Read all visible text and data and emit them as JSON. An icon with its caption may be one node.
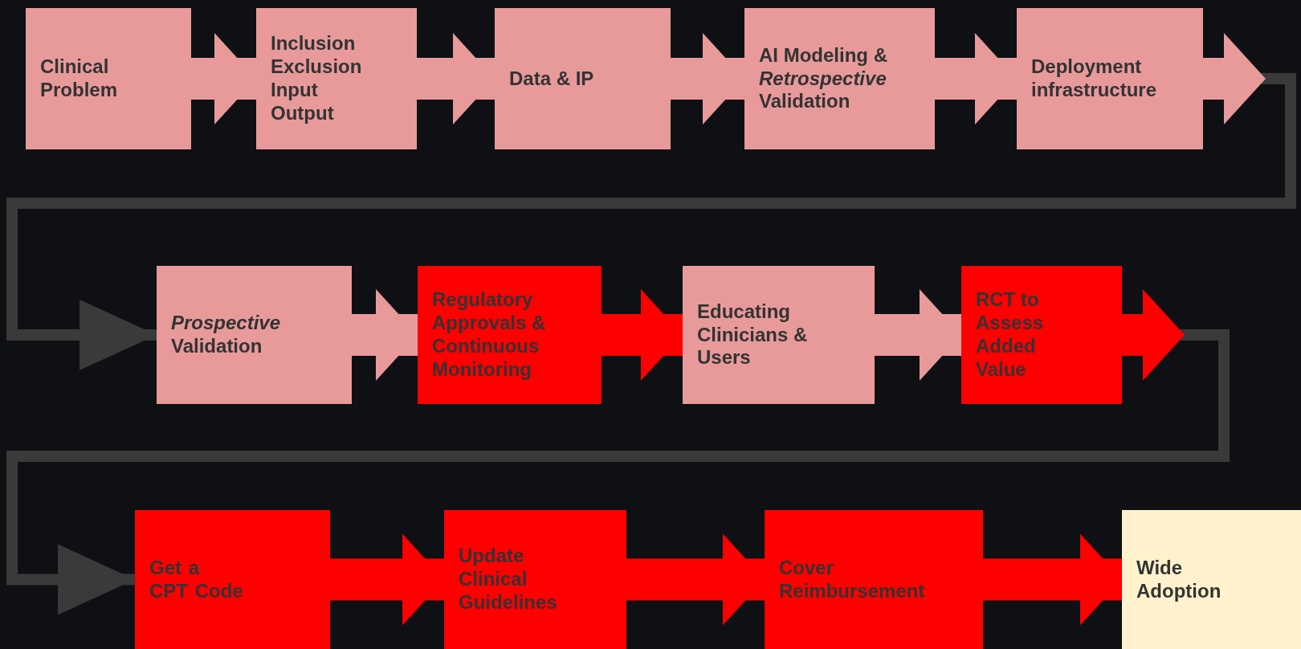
{
  "diagram": {
    "nodes": [
      {
        "text": [
          "Clinical Problem"
        ]
      },
      {
        "text": [
          "Inclusion",
          "Exclusion",
          "Input",
          "Output"
        ]
      },
      {
        "text": [
          "Data & IP"
        ]
      },
      {
        "text": [
          "AI Modeling & *Retrospective* Validation"
        ]
      },
      {
        "text": [
          "Deployment infrastructure"
        ]
      },
      {
        "text": [
          "*Prospective* Validation"
        ]
      },
      {
        "text": [
          "Regulatory Approvals & Continuous Monitoring"
        ]
      },
      {
        "text": [
          "Educating Clinicians & Users"
        ]
      },
      {
        "text": [
          "RCT to Assess Added Value"
        ]
      },
      {
        "text": [
          "Get a CPT Code"
        ]
      },
      {
        "text": [
          "Update Clinical Guidelines"
        ]
      },
      {
        "text": [
          "Cover Reimbursement"
        ]
      },
      {
        "text": [
          "Wide Adoption"
        ]
      }
    ],
    "edges": [
      {
        "from": 0,
        "to": 1,
        "arrow": "to",
        "color": "#e89a9a"
      },
      {
        "from": 1,
        "to": 2,
        "arrow": "to",
        "color": "#e89a9a"
      },
      {
        "from": 2,
        "to": 3,
        "arrow": "to",
        "color": "#e89a9a"
      },
      {
        "from": 3,
        "to": 4,
        "arrow": "to",
        "color": "#e89a9a"
      },
      {
        "from": 4,
        "to": 5,
        "arrow": "to",
        "color": "#3a3a3a"
      },
      {
        "from": 5,
        "to": 6,
        "arrow": "to",
        "color": "#e89a9a"
      },
      {
        "from": 6,
        "to": 7,
        "arrow": "to",
        "color": "#ff0000"
      },
      {
        "from": 7,
        "to": 8,
        "arrow": "to",
        "color": "#e89a9a"
      },
      {
        "from": 8,
        "to": 9,
        "arrow": "to",
        "color": "#3a3a3a"
      },
      {
        "from": 9,
        "to": 10,
        "arrow": "to",
        "color": "#ff0000"
      },
      {
        "from": 10,
        "to": 11,
        "arrow": "to",
        "color": "#ff0000"
      },
      {
        "from": 11,
        "to": 12,
        "arrow": "to",
        "color": "#ff0000"
      }
    ]
  }
}
